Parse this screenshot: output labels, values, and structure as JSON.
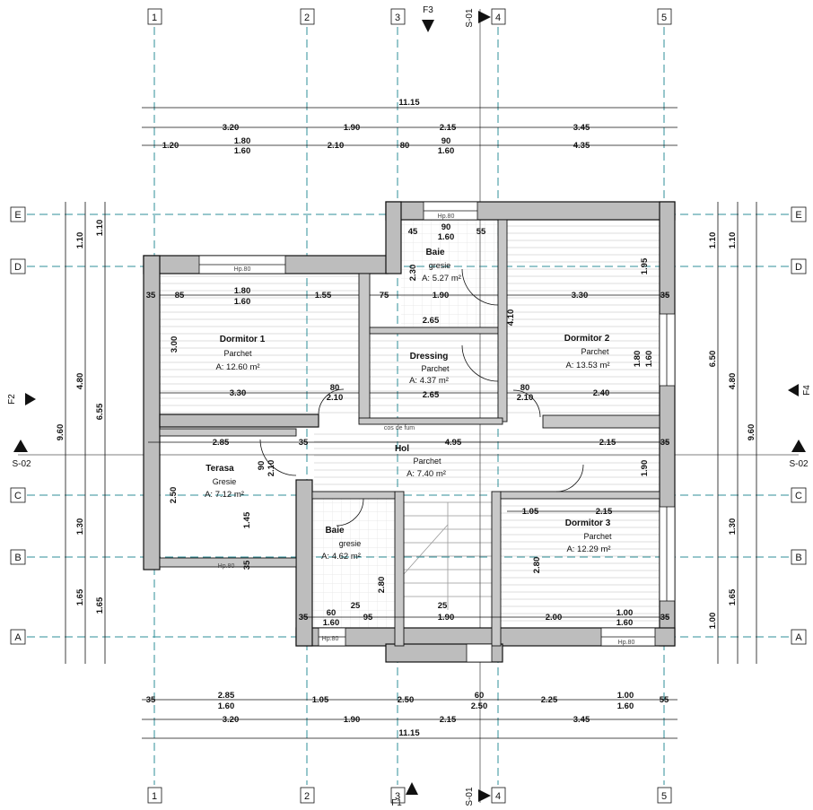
{
  "grid": {
    "columns": [
      "1",
      "2",
      "3",
      "4",
      "5"
    ],
    "rows": [
      "E",
      "D",
      "C",
      "B",
      "A"
    ],
    "line_color": "#2f8f98"
  },
  "sections": {
    "s01_top": "S-01",
    "s01_bottom": "S-01",
    "s02_left": "S-02",
    "s02_right": "S-02",
    "f1": "F1",
    "f2": "F2",
    "f3": "F3",
    "f4": "F4"
  },
  "rooms": [
    {
      "name": "Dormitor 1",
      "floor": "Parchet",
      "area": "A:  12.60 m²"
    },
    {
      "name": "Baie",
      "floor": "gresie",
      "area": "A: 5.27 m²"
    },
    {
      "name": "Dressing",
      "floor": "Parchet",
      "area": "A: 4.37 m²"
    },
    {
      "name": "Dormitor 2",
      "floor": "Parchet",
      "area": "A:  13.53 m²"
    },
    {
      "name": "Hol",
      "floor": "Parchet",
      "area": "A: 7.40 m²"
    },
    {
      "name": "Terasa",
      "floor": "Gresie",
      "area": "A: 7.12 m²"
    },
    {
      "name": "Baie",
      "floor": "gresie",
      "area": "A: 4.62 m²"
    },
    {
      "name": "Dormitor 3",
      "floor": "Parchet",
      "area": "A:  12.29 m²"
    }
  ],
  "dims": {
    "top_total": "11.15",
    "top_axes": [
      "3.20",
      "1.90",
      "2.15",
      "3.45"
    ],
    "top_detail": [
      "1.20",
      "1.80",
      "1.60",
      "2.10",
      "80",
      "90",
      "1.60",
      "4.35"
    ],
    "bottom_detail": [
      "35",
      "2.85",
      "1.60",
      "1.05",
      "2.50",
      "60",
      "2.50",
      "2.25",
      "1.00",
      "1.60",
      "55"
    ],
    "bottom_axes": [
      "3.20",
      "1.90",
      "2.15",
      "3.45"
    ],
    "bottom_total": "11.15",
    "left_outer": "9.60",
    "left_axes": [
      "1.10",
      "4.80",
      "1.30",
      "1.65"
    ],
    "left_mid": [
      "1.10",
      "6.55",
      "1.65"
    ],
    "right_inner": [
      "1.10",
      "6.50",
      "1.00"
    ],
    "right_axes": [
      "1.10",
      "4.80",
      "1.30",
      "1.65"
    ],
    "right_outer": "9.60",
    "windows": [
      "Hp.80",
      "Hp.80",
      "Hp.80",
      "Hp.80",
      "Hp.80",
      "cos de fum"
    ],
    "interior": [
      "35",
      "85",
      "1.80",
      "1.60",
      "1.55",
      "3.00",
      "3.30",
      "80",
      "2.10",
      "75",
      "1.90",
      "2.65",
      "2.65",
      "2.30",
      "45",
      "90",
      "1.60",
      "55",
      "3.30",
      "4.10",
      "1.95",
      "2.40",
      "80",
      "2.10",
      "35",
      "1.80",
      "1.60",
      "2.85",
      "4.95",
      "2.15",
      "35",
      "90",
      "2.10",
      "2.50",
      "1.45",
      "35",
      "1.90",
      "1.05",
      "2.15",
      "2.80",
      "2.80",
      "60",
      "1.60",
      "95",
      "1.90",
      "2.00",
      "1.00",
      "1.60",
      "35",
      "25",
      "25",
      "35",
      "35"
    ]
  }
}
